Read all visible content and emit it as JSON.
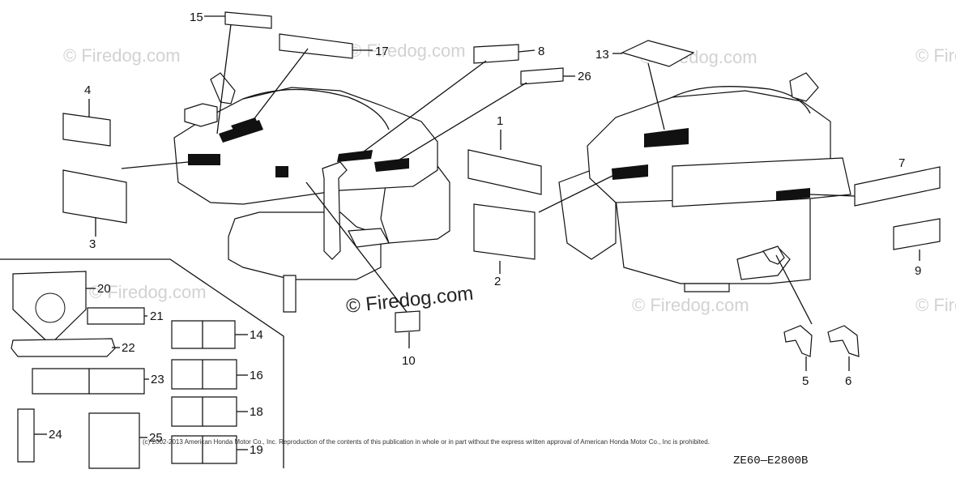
{
  "watermark": "© Firedog.com",
  "watermark_center": "© Firedog.com",
  "copyright": "(c) 2002-2013 American Honda Motor Co., Inc. Reproduction of the contents of this publication in whole or in part without the express written approval of American Honda Motor Co., Inc is prohibited.",
  "diagram_code": "ZE60—E2800B",
  "callouts": {
    "c1": "1",
    "c2": "2",
    "c3": "3",
    "c4": "4",
    "c5": "5",
    "c6": "6",
    "c7": "7",
    "c8": "8",
    "c9": "9",
    "c10": "10",
    "c13": "13",
    "c14": "14",
    "c15": "15",
    "c16": "16",
    "c17": "17",
    "c18": "18",
    "c19": "19",
    "c20": "20",
    "c21": "21",
    "c22": "22",
    "c23": "23",
    "c24": "24",
    "c25": "25",
    "c26": "26"
  }
}
